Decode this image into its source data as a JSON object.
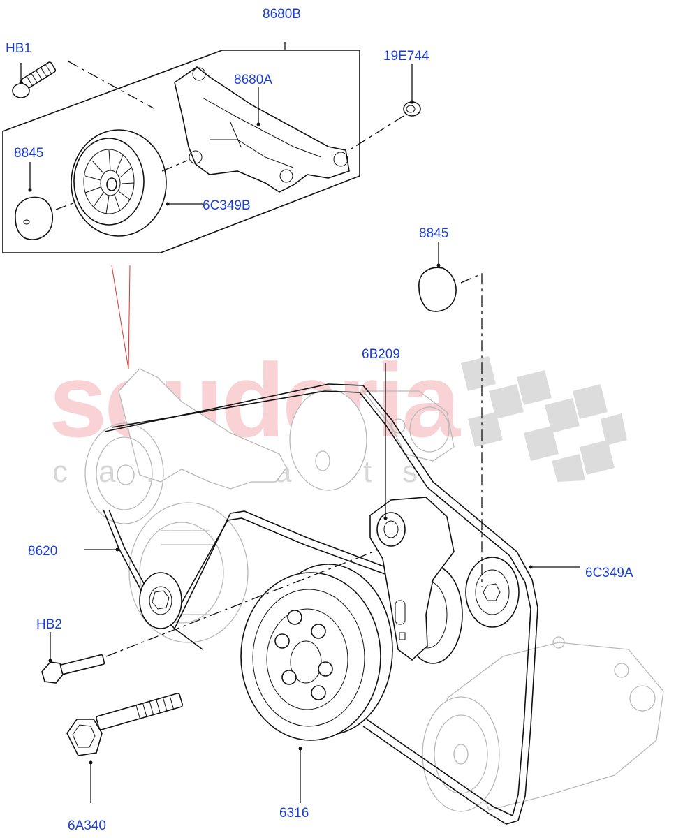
{
  "watermark": {
    "main": "scuderia",
    "sub": "car parts"
  },
  "callouts": [
    {
      "id": "8680B",
      "label": "8680B"
    },
    {
      "id": "HB1",
      "label": "HB1"
    },
    {
      "id": "19E744",
      "label": "19E744"
    },
    {
      "id": "8680A",
      "label": "8680A"
    },
    {
      "id": "8845-top",
      "label": "8845"
    },
    {
      "id": "6C349B",
      "label": "6C349B"
    },
    {
      "id": "8845-right",
      "label": "8845"
    },
    {
      "id": "6B209",
      "label": "6B209"
    },
    {
      "id": "8620",
      "label": "8620"
    },
    {
      "id": "6C349A",
      "label": "6C349A"
    },
    {
      "id": "HB2",
      "label": "HB2"
    },
    {
      "id": "6A340",
      "label": "6A340"
    },
    {
      "id": "6316",
      "label": "6316"
    }
  ]
}
